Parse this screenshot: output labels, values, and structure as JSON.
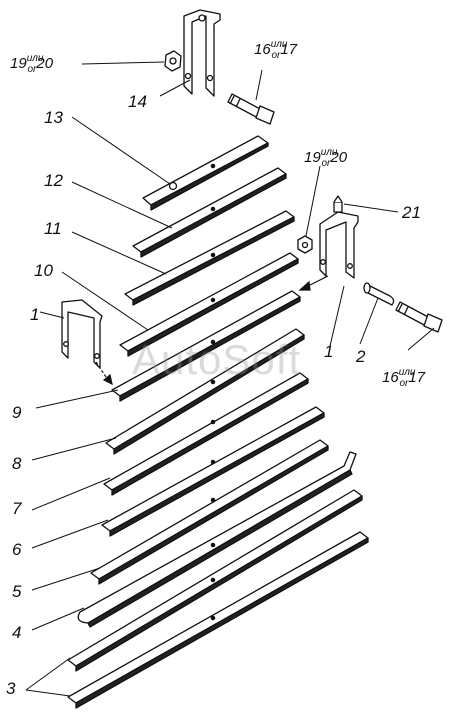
{
  "watermark": "AutoSoft",
  "callouts": {
    "n1a": "1",
    "n1b": "1",
    "n2": "2",
    "n3": "3",
    "n4": "4",
    "n5": "5",
    "n6": "6",
    "n7": "7",
    "n8": "8",
    "n9": "9",
    "n10": "10",
    "n11": "11",
    "n12": "12",
    "n13": "13",
    "n14": "14",
    "n21": "21"
  },
  "alt_labels": {
    "a": {
      "first": "19",
      "mid_top": "или",
      "mid_bottom": "or",
      "last": "20"
    },
    "b": {
      "first": "16",
      "mid_top": "или",
      "mid_bottom": "or",
      "last": "17"
    },
    "c": {
      "first": "19",
      "mid_top": "или",
      "mid_bottom": "or",
      "last": "20"
    },
    "d": {
      "first": "16",
      "mid_top": "или",
      "mid_bottom": "or",
      "last": "17"
    }
  }
}
